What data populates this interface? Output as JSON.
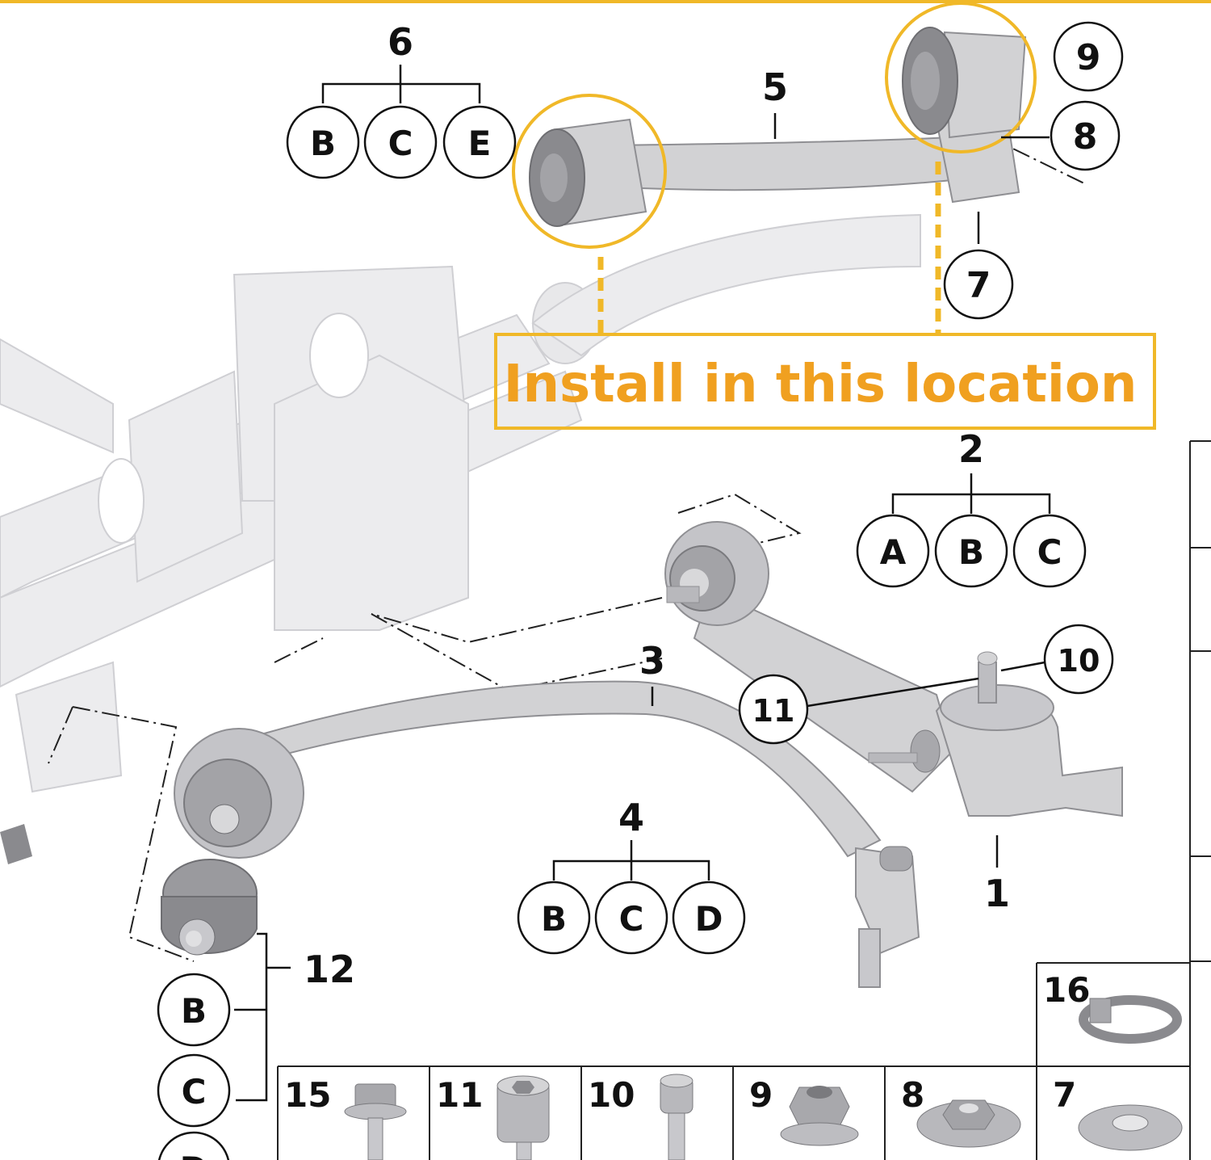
{
  "callout": {
    "text": "Install in this location",
    "color": "#f0a020",
    "border_color": "#f0b828"
  },
  "labels": {
    "n1": "1",
    "n2": "2",
    "n3": "3",
    "n4": "4",
    "n5": "5",
    "n6": "6",
    "n7": "7",
    "n8": "8",
    "n9": "9",
    "n10": "10",
    "n11": "11",
    "n12": "12"
  },
  "groups": {
    "g6": [
      "B",
      "C",
      "E"
    ],
    "g2": [
      "A",
      "B",
      "C"
    ],
    "g4": [
      "B",
      "C",
      "D"
    ],
    "g12": [
      "B",
      "C",
      "D"
    ]
  },
  "hardware": {
    "h16": "16",
    "h15": "15",
    "h11": "11",
    "h10": "10",
    "h9": "9",
    "h8": "8",
    "h7": "7"
  }
}
